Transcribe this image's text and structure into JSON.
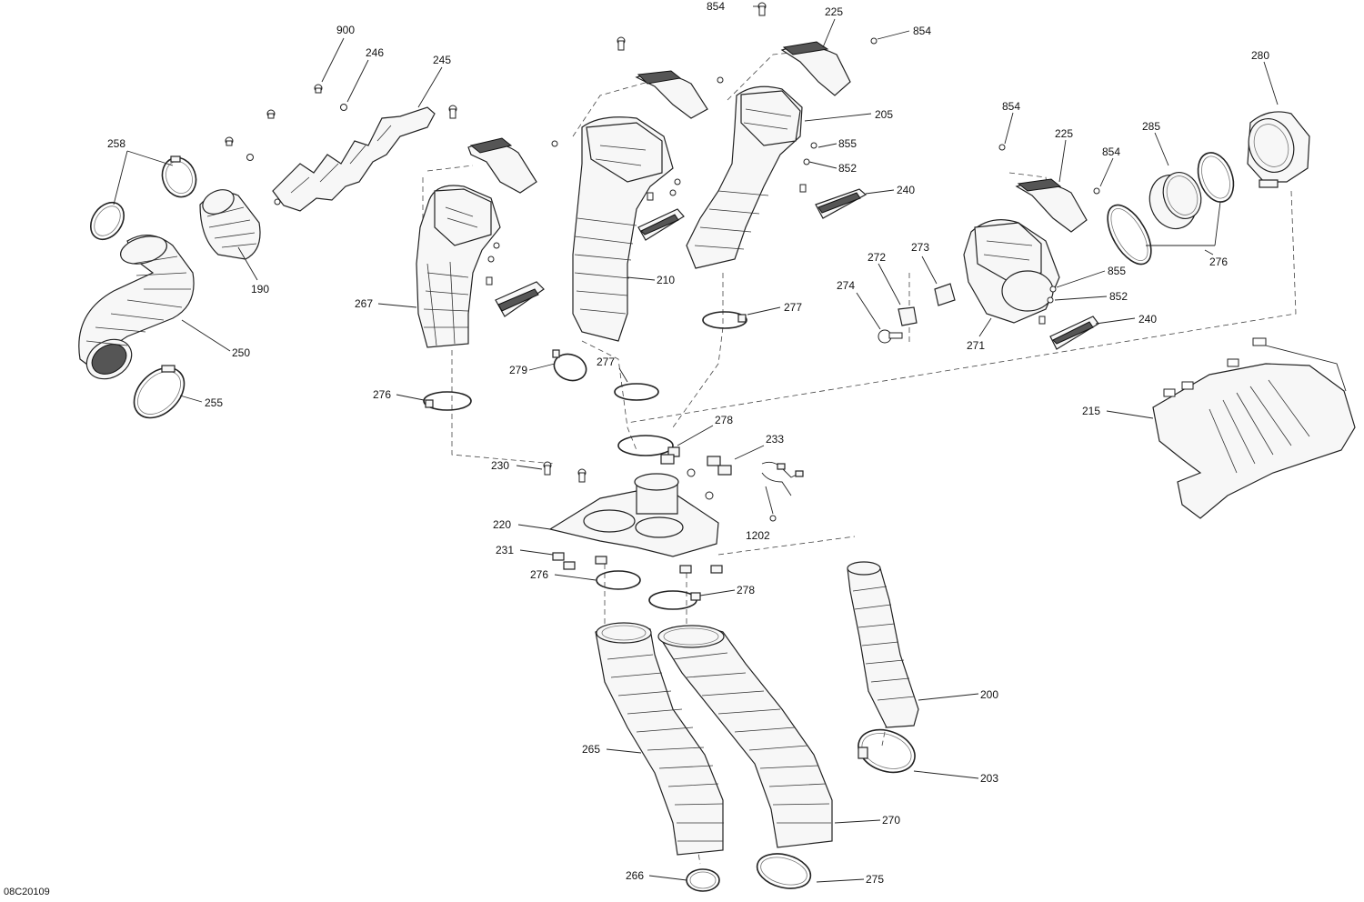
{
  "document_id": "08C20109",
  "callouts": [
    {
      "id": "c900",
      "text": "900"
    },
    {
      "id": "c246",
      "text": "246"
    },
    {
      "id": "c245",
      "text": "245"
    },
    {
      "id": "c258",
      "text": "258"
    },
    {
      "id": "c190",
      "text": "190"
    },
    {
      "id": "c250",
      "text": "250"
    },
    {
      "id": "c255",
      "text": "255"
    },
    {
      "id": "c854a",
      "text": "854"
    },
    {
      "id": "c225a",
      "text": "225"
    },
    {
      "id": "c854b",
      "text": "854"
    },
    {
      "id": "c205",
      "text": "205"
    },
    {
      "id": "c855a",
      "text": "855"
    },
    {
      "id": "c852a",
      "text": "852"
    },
    {
      "id": "c240a",
      "text": "240"
    },
    {
      "id": "c267",
      "text": "267"
    },
    {
      "id": "c210",
      "text": "210"
    },
    {
      "id": "c277a",
      "text": "277"
    },
    {
      "id": "c279",
      "text": "279"
    },
    {
      "id": "c277b",
      "text": "277"
    },
    {
      "id": "c276a",
      "text": "276"
    },
    {
      "id": "c280",
      "text": "280"
    },
    {
      "id": "c854c",
      "text": "854"
    },
    {
      "id": "c225b",
      "text": "225"
    },
    {
      "id": "c285",
      "text": "285"
    },
    {
      "id": "c854d",
      "text": "854"
    },
    {
      "id": "c276b",
      "text": "276"
    },
    {
      "id": "c273",
      "text": "273"
    },
    {
      "id": "c272",
      "text": "272"
    },
    {
      "id": "c274",
      "text": "274"
    },
    {
      "id": "c855b",
      "text": "855"
    },
    {
      "id": "c852b",
      "text": "852"
    },
    {
      "id": "c240b",
      "text": "240"
    },
    {
      "id": "c271",
      "text": "271"
    },
    {
      "id": "c215",
      "text": "215"
    },
    {
      "id": "c278a",
      "text": "278"
    },
    {
      "id": "c233",
      "text": "233"
    },
    {
      "id": "c230",
      "text": "230"
    },
    {
      "id": "c220",
      "text": "220"
    },
    {
      "id": "c1202",
      "text": "1202"
    },
    {
      "id": "c231",
      "text": "231"
    },
    {
      "id": "c276c",
      "text": "276"
    },
    {
      "id": "c278b",
      "text": "278"
    },
    {
      "id": "c200",
      "text": "200"
    },
    {
      "id": "c265",
      "text": "265"
    },
    {
      "id": "c203",
      "text": "203"
    },
    {
      "id": "c270",
      "text": "270"
    },
    {
      "id": "c266",
      "text": "266"
    },
    {
      "id": "c275",
      "text": "275"
    }
  ]
}
